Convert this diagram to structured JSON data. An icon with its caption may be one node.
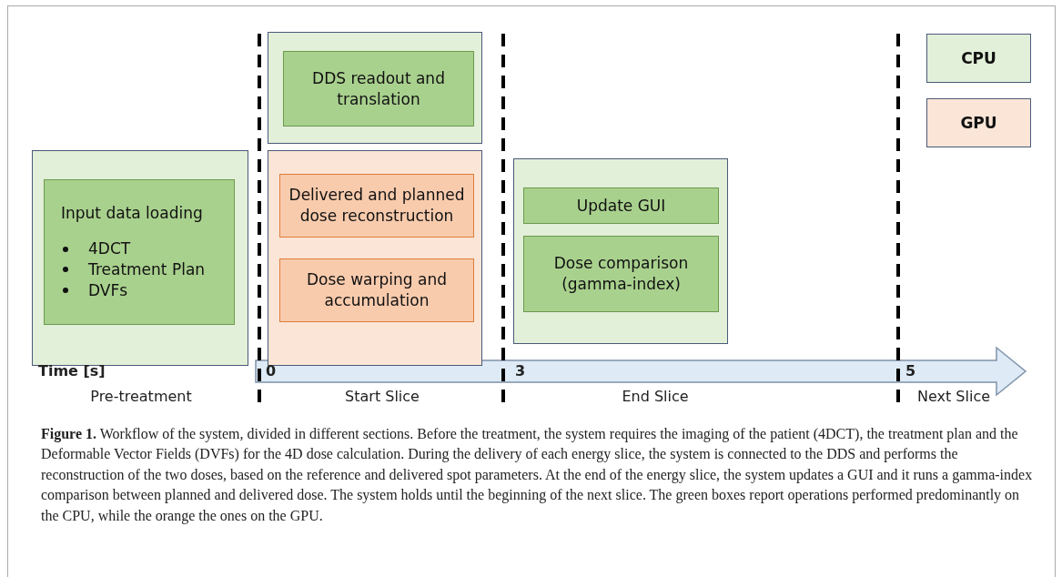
{
  "diagram": {
    "caption": "**Figure 1.** Workflow of the system, divided in different sections. Before the treatment, the system requires the imaging of the patient (4DCT), the treatment plan and the Deformable Vector Fields (DVFs) for the 4D dose calculation. During the delivery of each energy slice, the system is connected to the DDS and performs the reconstruction of the two doses, based on the reference and delivered spot parameters. At the end of the energy slice, the system updates a GUI and it runs a gamma-index comparison between planned and delivered dose. The system holds until the beginning of the next slice. The green boxes report operations performed predominantly on the CPU, while the orange the ones on the GPU.",
    "nodes": [
      {
        "text": [],
        "shape": "box"
      },
      {
        "text": [
          "Input data loading",
          "4DCT",
          "Treatment Plan",
          "DVFs"
        ],
        "in": 0
      },
      {
        "text": [],
        "shape": "box"
      },
      {
        "text": [
          "DDS readout and translation"
        ],
        "in": 2
      },
      {
        "text": [],
        "shape": "box"
      },
      {
        "text": [
          "Delivered and planned dose reconstruction"
        ],
        "in": 4
      },
      {
        "text": [
          "Dose warping and accumulation"
        ],
        "in": 4
      },
      {
        "text": [],
        "shape": "box"
      },
      {
        "text": [
          "Update GUI"
        ],
        "in": 7
      },
      {
        "text": [
          "Dose comparison (gamma-index)"
        ],
        "in": 7
      }
    ],
    "labels": [
      "Time [s]",
      "0",
      "3",
      "5",
      "Pre-treatment",
      "Start Slice",
      "End Slice",
      "Next Slice"
    ],
    "legend": [
      {
        "text": "CPU",
        "color": "#e2efd9"
      },
      {
        "text": "GPU",
        "color": "#fbe5d6"
      }
    ]
  }
}
